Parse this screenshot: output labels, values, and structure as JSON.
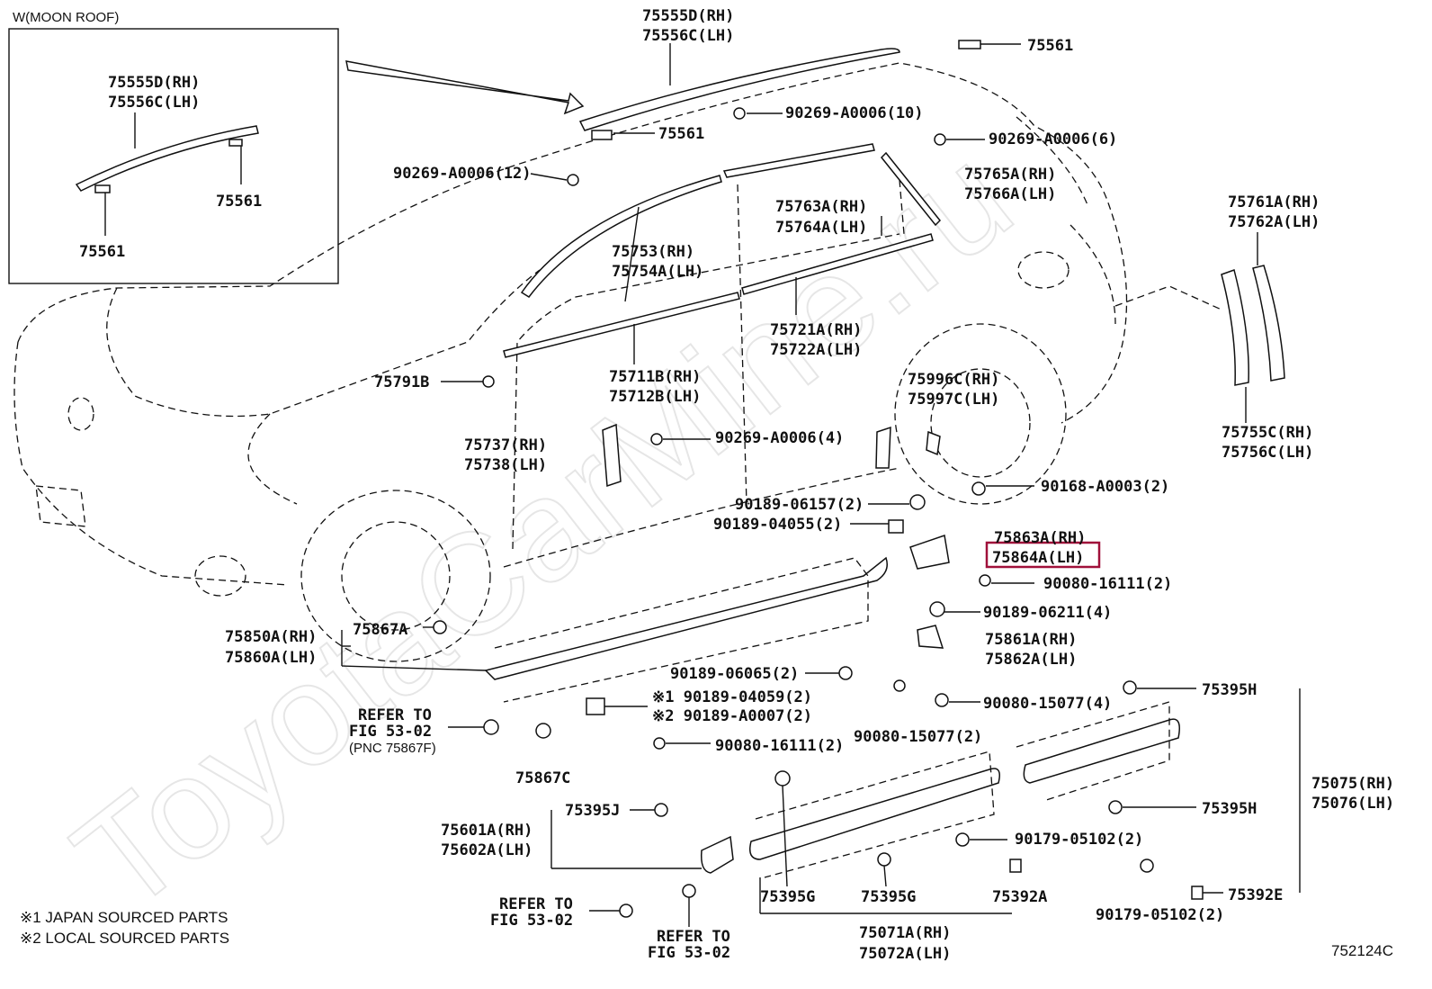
{
  "inset": {
    "title": "W(MOON ROOF)",
    "rail_rh": "75555D(RH)",
    "rail_lh": "75556C(LH)",
    "clip_a": "75561",
    "clip_b": "75561"
  },
  "labels": {
    "roof_rh": "75555D(RH)",
    "roof_lh": "75556C(LH)",
    "clip_top": "75561",
    "clip_mid": "75561",
    "screw_10": "90269-A0006(10)",
    "screw_6": "90269-A0006(6)",
    "screw_12": "90269-A0006(12)",
    "rear_mold_rh": "75765A(RH)",
    "rear_mold_lh": "75766A(LH)",
    "mold_763": "75763A(RH)",
    "mold_764": "75764A(LH)",
    "mold_753": "75753(RH)",
    "mold_754": "75754A(LH)",
    "qtr_rh": "75761A(RH)",
    "qtr_lh": "75762A(LH)",
    "belt_rear_rh": "75721A(RH)",
    "belt_rear_lh": "75722A(LH)",
    "belt_front_rh": "75711B(RH)",
    "belt_front_lh": "75712B(LH)",
    "clip_791": "75791B",
    "pillar_rh": "75996C(RH)",
    "pillar_lh": "75997C(LH)",
    "gar_rh": "75737(RH)",
    "gar_lh": "75738(LH)",
    "screw_4": "90269-A0006(4)",
    "qtr2_rh": "75755C(RH)",
    "qtr2_lh": "75756C(LH)",
    "clip_157": "90189-06157(2)",
    "clip_168": "90168-A0003(2)",
    "clip_055": "90189-04055(2)",
    "prot_rh": "75863A(RH)",
    "prot_lh": "75864A(LH)",
    "screw_111a": "90080-16111(2)",
    "clip_211": "90189-06211(4)",
    "rocker_rh": "75850A(RH)",
    "rocker_lh": "75860A(LH)",
    "clip_867a": "75867A",
    "prot2_rh": "75861A(RH)",
    "prot2_lh": "75862A(LH)",
    "clip_065": "90189-06065(2)",
    "refer_a_1": "REFER TO",
    "refer_a_2": "FIG 53-02",
    "refer_a_3": "(PNC 75867F)",
    "note_1_code": "※1 90189-04059(2)",
    "note_2_code": "※2 90189-A0007(2)",
    "screw_111b": "90080-16111(2)",
    "screw_077a": "90080-15077(4)",
    "screw_077b": "90080-15077(2)",
    "clip_395h_a": "75395H",
    "clip_395h_b": "75395H",
    "side_rh": "75075(RH)",
    "side_lh": "75076(LH)",
    "clip_867c": "75867C",
    "clip_395j": "75395J",
    "flap_rh": "75601A(RH)",
    "flap_lh": "75602A(LH)",
    "nut_102a": "90179-05102(2)",
    "nut_102b": "90179-05102(2)",
    "clip_395g_a": "75395G",
    "clip_395g_b": "75395G",
    "clip_392a": "75392A",
    "clip_392e": "75392E",
    "door_rh": "75071A(RH)",
    "door_lh": "75072A(LH)",
    "refer_b_1": "REFER TO",
    "refer_b_2": "FIG 53-02",
    "refer_c_1": "REFER TO",
    "refer_c_2": "FIG 53-02",
    "footnote_1": "※1 JAPAN SOURCED PARTS",
    "footnote_2": "※2 LOCAL SOURCED PARTS",
    "fig_id": "752124C"
  },
  "watermark": "ToyotaCarMine.ru",
  "highlight_color": "#a0103a"
}
